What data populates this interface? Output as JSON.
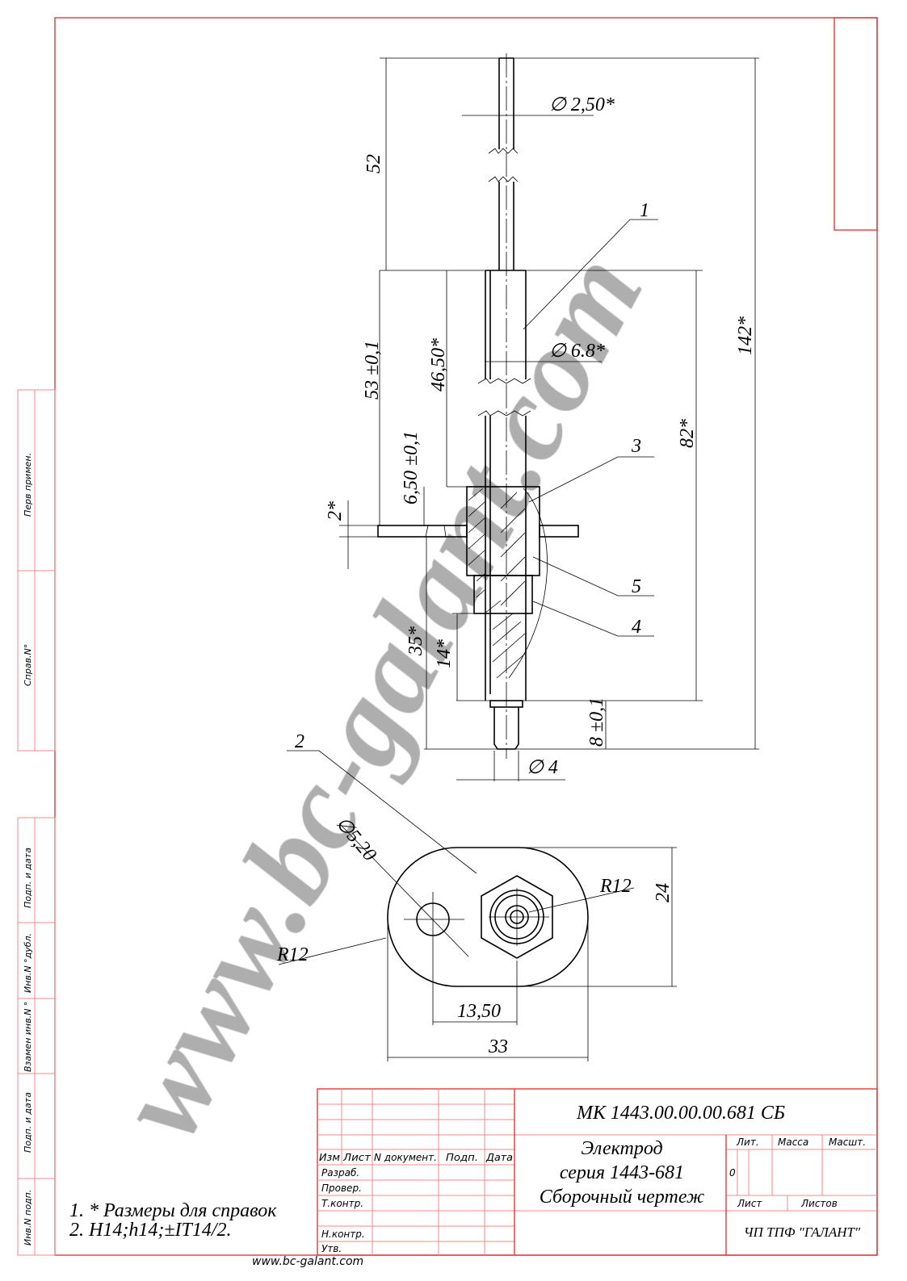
{
  "watermark": "www.bc-galant.com",
  "footer_url": "www.bc-galant.com",
  "dimensions": {
    "wire_diameter": "∅ 2,50*",
    "wire_length": "52",
    "total_length": "142*",
    "body_length": "53 ±0,1",
    "body_length2": "46,50*",
    "body_diameter": "∅ 6.8*",
    "length_82": "82*",
    "flange_offset": "6,50 ±0,1",
    "flange_thickness": "2*",
    "length_35": "35*",
    "length_14": "14*",
    "tip_length": "8 ±0,1",
    "tip_diameter": "∅ 4",
    "hole_diameter": "∅5,20",
    "radius_left": "R12",
    "radius_right": "R12",
    "height_24": "24",
    "center_distance": "13,50",
    "width_33": "33"
  },
  "callouts": [
    "1",
    "2",
    "3",
    "4",
    "5"
  ],
  "notes": [
    "1. * Размеры для справок",
    "2. H14;h14;±IT14/2."
  ],
  "side_stamp": [
    "Перв примен.",
    "Справ.N°",
    "Подп. и дата",
    "Инв.N °дубл.",
    "Взамен инв.N °",
    "Подп. и дата",
    "Инв.N подп."
  ],
  "title_block": {
    "code": "МК 1443.00.00.00.681 СБ",
    "name_lines": [
      "Электрод",
      "серия 1443-681",
      "Сборочный чертеж"
    ],
    "col_headers": [
      "Изм",
      "Лист",
      "N документ.",
      "Подп.",
      "Дата"
    ],
    "roles": [
      "Разраб.",
      "Провер.",
      "Т.контр.",
      "Н.контр.",
      "Утв."
    ],
    "lit_label": "Лит.",
    "mass_label": "Масса",
    "scale_label": "Масшт.",
    "lit_value": "0",
    "sheet_label": "Лист",
    "sheets_label": "Листов",
    "company": "ЧП ТПФ \"ГАЛАНТ\""
  }
}
